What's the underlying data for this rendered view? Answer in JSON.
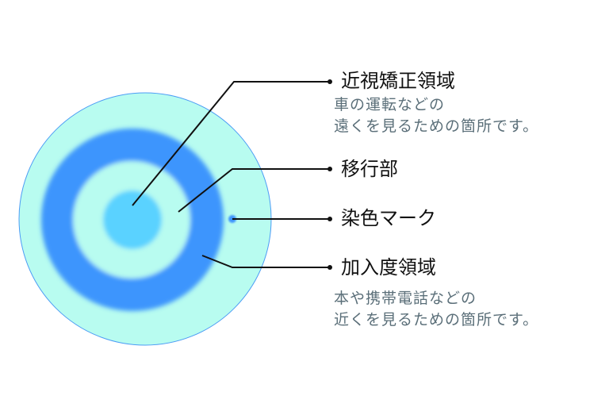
{
  "labels": {
    "distance": {
      "title": "近視矯正領域",
      "desc": [
        "車の運転などの",
        "遠くを見るための箇所です。"
      ]
    },
    "transition": {
      "title": "移行部"
    },
    "mark": {
      "title": "染色マーク"
    },
    "near": {
      "title": "加入度領域",
      "desc": [
        "本や携帯電話などの",
        "近くを見るための箇所です。"
      ]
    }
  },
  "colors": {
    "lens_base": "#b8fcf0",
    "lens_edge": "#4c9cf5",
    "near_ring": "#3e95fd",
    "center": "#5ad2ff",
    "text_sub": "#5b6f79"
  }
}
